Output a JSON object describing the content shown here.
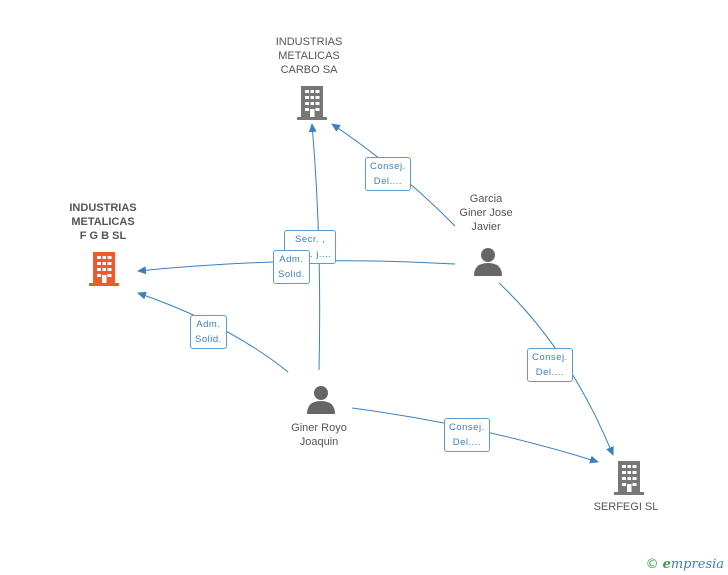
{
  "nodes": {
    "carbo": {
      "lines": [
        "INDUSTRIAS",
        "METALICAS",
        "CARBO SA"
      ]
    },
    "fgb": {
      "lines": [
        "INDUSTRIAS",
        "METALICAS",
        "F G B SL"
      ]
    },
    "garcia": {
      "lines": [
        "Garcia",
        "Giner Jose",
        "Javier"
      ]
    },
    "giner": {
      "lines": [
        "Giner Royo",
        "Joaquin"
      ]
    },
    "serfegi": {
      "lines": [
        "SERFEGI SL"
      ]
    }
  },
  "edge_labels": {
    "garcia_carbo": [
      "Consej.",
      "Del...."
    ],
    "giner_carbo": [
      "Secr. ,",
      "Adm. j...."
    ],
    "garcia_fgb": [
      "Adm.",
      "Solid."
    ],
    "giner_fgb": [
      "Adm.",
      "Solid."
    ],
    "garcia_serfegi": [
      "Consej.",
      "Del...."
    ],
    "giner_serfegi": [
      "Consej.",
      "Del...."
    ]
  },
  "colors": {
    "edge": "#3a7fc1",
    "company_icon": "#777777",
    "focus_icon": "#f05a28",
    "person_icon": "#666666"
  },
  "brand": {
    "copyright": "©",
    "name": "mpresia",
    "initial": "e"
  }
}
